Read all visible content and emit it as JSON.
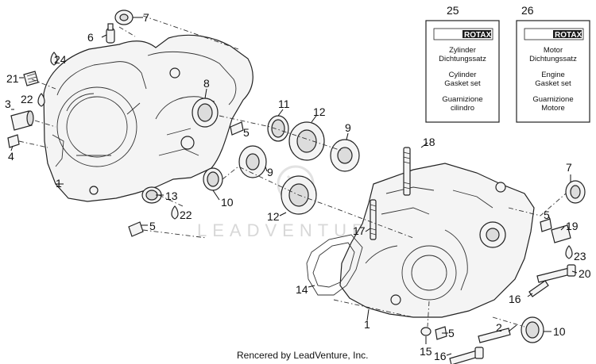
{
  "diagram": {
    "callouts": {
      "c1a": "1",
      "c1b": "1",
      "c2": "2",
      "c3": "3",
      "c4": "4",
      "c5a": "5",
      "c5b": "5",
      "c5c": "5",
      "c5d": "5",
      "c6": "6",
      "c7a": "7",
      "c7b": "7",
      "c8": "8",
      "c9a": "9",
      "c9b": "9",
      "c10a": "10",
      "c10b": "10",
      "c11": "11",
      "c12a": "12",
      "c12b": "12",
      "c13": "13",
      "c14": "14",
      "c15": "15",
      "c16a": "16",
      "c16b": "16",
      "c17": "17",
      "c18": "18",
      "c19": "19",
      "c20": "20",
      "c21": "21",
      "c22a": "22",
      "c22b": "22",
      "c23": "23",
      "c24": "24"
    },
    "kit_cards": [
      {
        "number": "25",
        "brand": "ROTAX",
        "lines": [
          "Zylinder",
          "Dichtungssatz",
          "",
          "Cylinder",
          "Gasket set",
          "",
          "Guarnizione",
          "cilindro"
        ]
      },
      {
        "number": "26",
        "brand": "ROTAX",
        "lines": [
          "Motor",
          "Dichtungssatz",
          "",
          "Engine",
          "Gasket set",
          "",
          "Guarnizione",
          "Motore"
        ]
      }
    ],
    "watermark": "LEADVENTURE",
    "footer": "Rencered by LeadVenture, Inc."
  }
}
